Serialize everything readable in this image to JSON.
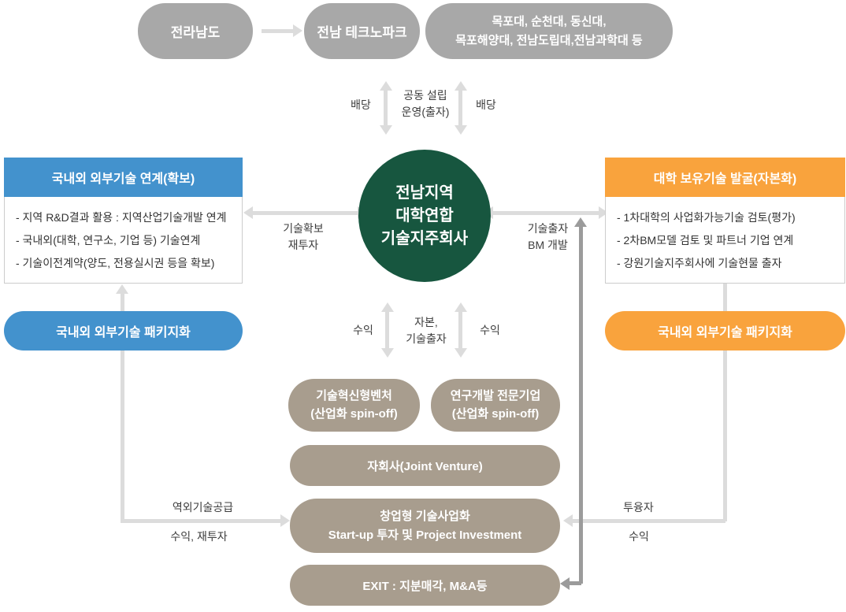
{
  "colors": {
    "gray_box": "#a8a8a8",
    "light_arrow": "#dcdcdc",
    "dark_arrow": "#9b9b9b",
    "blue": "#4392cd",
    "orange": "#f9a33d",
    "green": "#17563f",
    "taupe": "#a89d8e",
    "label_text": "#3d3d3d",
    "body_text": "#333333",
    "body_border": "#cccccc"
  },
  "top_row": {
    "province": "전라남도",
    "technopark": "전남 테크노파크",
    "universities": "목포대, 순천대, 동신대,\n목포해양대, 전남도립대,전남과학대 등"
  },
  "top_links": {
    "dividend_left": "배당",
    "establish": "공동 설립\n운영(출자)",
    "dividend_right": "배당"
  },
  "center": {
    "circle": "전남지역\n대학연합\n기술지주회사",
    "left_link": "기술확보\n재투자",
    "right_link": "기술출자\nBM 개발",
    "profit_left": "수익",
    "capital": "자본,\n기술출자",
    "profit_right": "수익"
  },
  "left_panel": {
    "title": "국내외 외부기술 연계(확보)",
    "items": [
      "- 지역 R&D결과 활용 : 지역산업기술개발 연계",
      "- 국내외(대학, 연구소, 기업 등) 기술연계",
      "- 기술이전계약(양도, 전용실시권 등을 확보)"
    ],
    "pill": "국내외 외부기술 패키지화"
  },
  "right_panel": {
    "title": "대학 보유기술 발굴(자본화)",
    "items": [
      "- 1차대학의 사업화가능기술 검토(평가)",
      "- 2차BM모델 검토 및 파트너 기업 연계",
      "- 강원기술지주회사에 기술현물 출자"
    ],
    "pill": "국내외 외부기술 패키지화"
  },
  "bottom_chain": {
    "venture": "기술혁신형벤처\n(산업화 spin-off)",
    "rnd_company": "연구개발 전문기업\n(산업화  spin-off)",
    "subsidiary": "자회사(Joint Venture)",
    "startup": "창업형 기술사업화\nStart-up 투자 및 Project Investment",
    "exit": "EXIT : 지분매각, M&A등"
  },
  "side_flows": {
    "left_top": "역외기술공급",
    "left_bottom": "수익, 재투자",
    "right_top": "투융자",
    "right_bottom": "수익"
  }
}
